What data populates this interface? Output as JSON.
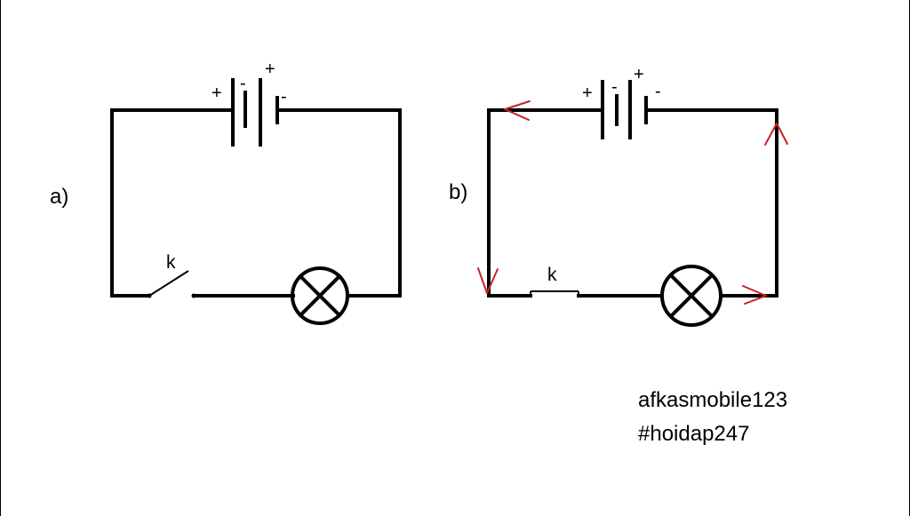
{
  "diagram": {
    "circuit_a": {
      "label": "a)",
      "battery": {
        "cell1_positive": "+",
        "cell1_negative": "-",
        "cell2_positive": "+",
        "cell2_negative": "-"
      },
      "switch_label": "k",
      "switch_state": "open"
    },
    "circuit_b": {
      "label": "b)",
      "battery": {
        "cell1_positive": "+",
        "cell1_negative": "-",
        "cell2_positive": "+",
        "cell2_negative": "-"
      },
      "switch_label": "k",
      "switch_state": "closed",
      "arrow_color": "#c8202a"
    }
  },
  "footer": {
    "line1": "afkasmobile123",
    "line2": "#hoidap247"
  }
}
